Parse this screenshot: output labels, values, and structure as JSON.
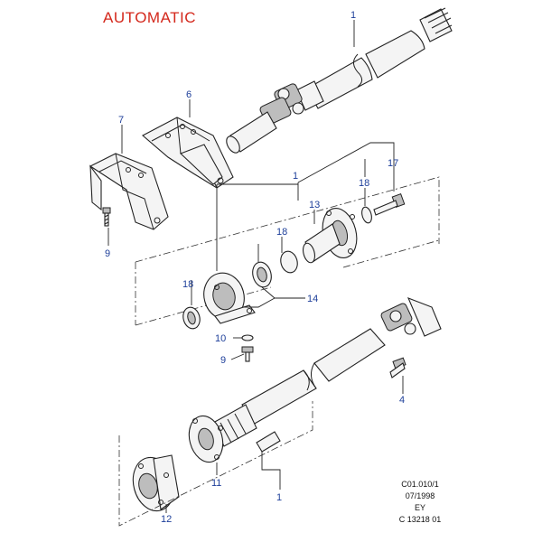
{
  "title": "AUTOMATIC",
  "callouts": {
    "shaft_top": "1",
    "bracket_6": "6",
    "bracket_7": "7",
    "bolt_9_top": "9",
    "assembly_1": "1",
    "bolt_17": "17",
    "washer_18_right": "18",
    "flange_13": "13",
    "washer_18_mid": "18",
    "washer_18_left": "18",
    "bearing_14": "14",
    "washer_10": "10",
    "bolt_9_bottom": "9",
    "bolt_4": "4",
    "flange_11": "11",
    "shaft_bottom": "1",
    "joint_12": "12"
  },
  "reference": {
    "code": "C01.010/1",
    "date": "07/1998",
    "series": "EY",
    "drawing_no": "C 13218 01"
  }
}
